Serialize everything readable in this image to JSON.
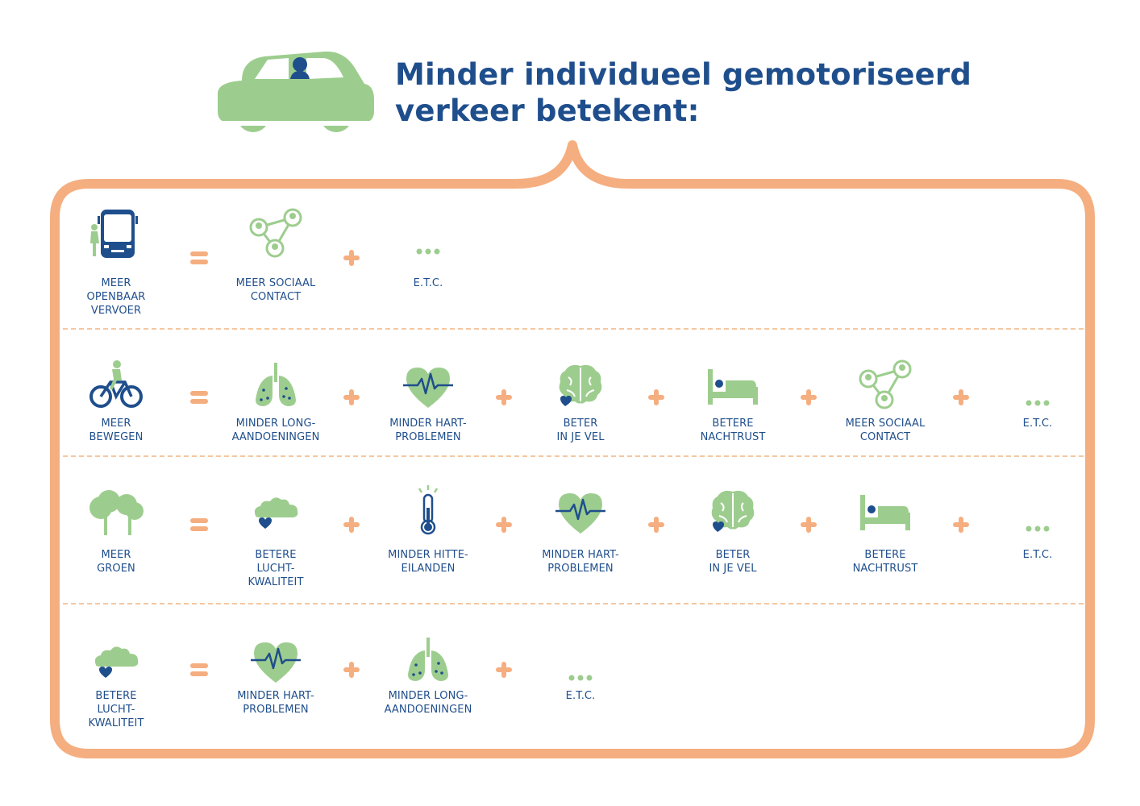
{
  "title": {
    "line1": "Minder individueel gemotoriseerd",
    "line2": "verkeer betekent:"
  },
  "colors": {
    "navy": "#1f4e8c",
    "green": "#9dcd8e",
    "orange": "#f5ae80",
    "dash": "#f5c7a0"
  },
  "rows": [
    {
      "cause": {
        "icon": "bus-icon",
        "label": "MEER\nOPENBAAR\nVERVOER"
      },
      "effects": [
        {
          "icon": "social-network-icon",
          "label": "MEER SOCIAAL\nCONTACT"
        },
        {
          "icon": "ellipsis-icon",
          "label": "E.T.C."
        }
      ]
    },
    {
      "cause": {
        "icon": "bicycle-icon",
        "label": "MEER\nBEWEGEN"
      },
      "effects": [
        {
          "icon": "lungs-icon",
          "label": "MINDER LONG-\nAANDOENINGEN"
        },
        {
          "icon": "heart-pulse-icon",
          "label": "MINDER HART-\nPROBLEMEN"
        },
        {
          "icon": "brain-icon",
          "label": "BETER\nIN JE VEL"
        },
        {
          "icon": "bed-icon",
          "label": "BETERE\nNACHTRUST"
        },
        {
          "icon": "social-network-icon",
          "label": "MEER SOCIAAL\nCONTACT"
        },
        {
          "icon": "ellipsis-icon",
          "label": "E.T.C."
        }
      ]
    },
    {
      "cause": {
        "icon": "trees-icon",
        "label": "MEER\nGROEN"
      },
      "effects": [
        {
          "icon": "cloud-heart-icon",
          "label": "BETERE\nLUCHT-\nKWALITEIT"
        },
        {
          "icon": "thermometer-icon",
          "label": "MINDER HITTE-\nEILANDEN"
        },
        {
          "icon": "heart-pulse-icon",
          "label": "MINDER HART-\nPROBLEMEN"
        },
        {
          "icon": "brain-icon",
          "label": "BETER\nIN JE VEL"
        },
        {
          "icon": "bed-icon",
          "label": "BETERE\nNACHTRUST"
        },
        {
          "icon": "ellipsis-icon",
          "label": "E.T.C."
        }
      ]
    },
    {
      "cause": {
        "icon": "cloud-heart-icon",
        "label": "BETERE\nLUCHT-\nKWALITEIT"
      },
      "effects": [
        {
          "icon": "heart-pulse-icon",
          "label": "MINDER HART-\nPROBLEMEN"
        },
        {
          "icon": "lungs-icon",
          "label": "MINDER LONG-\nAANDOENINGEN"
        },
        {
          "icon": "ellipsis-icon",
          "label": "E.T.C."
        }
      ]
    }
  ]
}
